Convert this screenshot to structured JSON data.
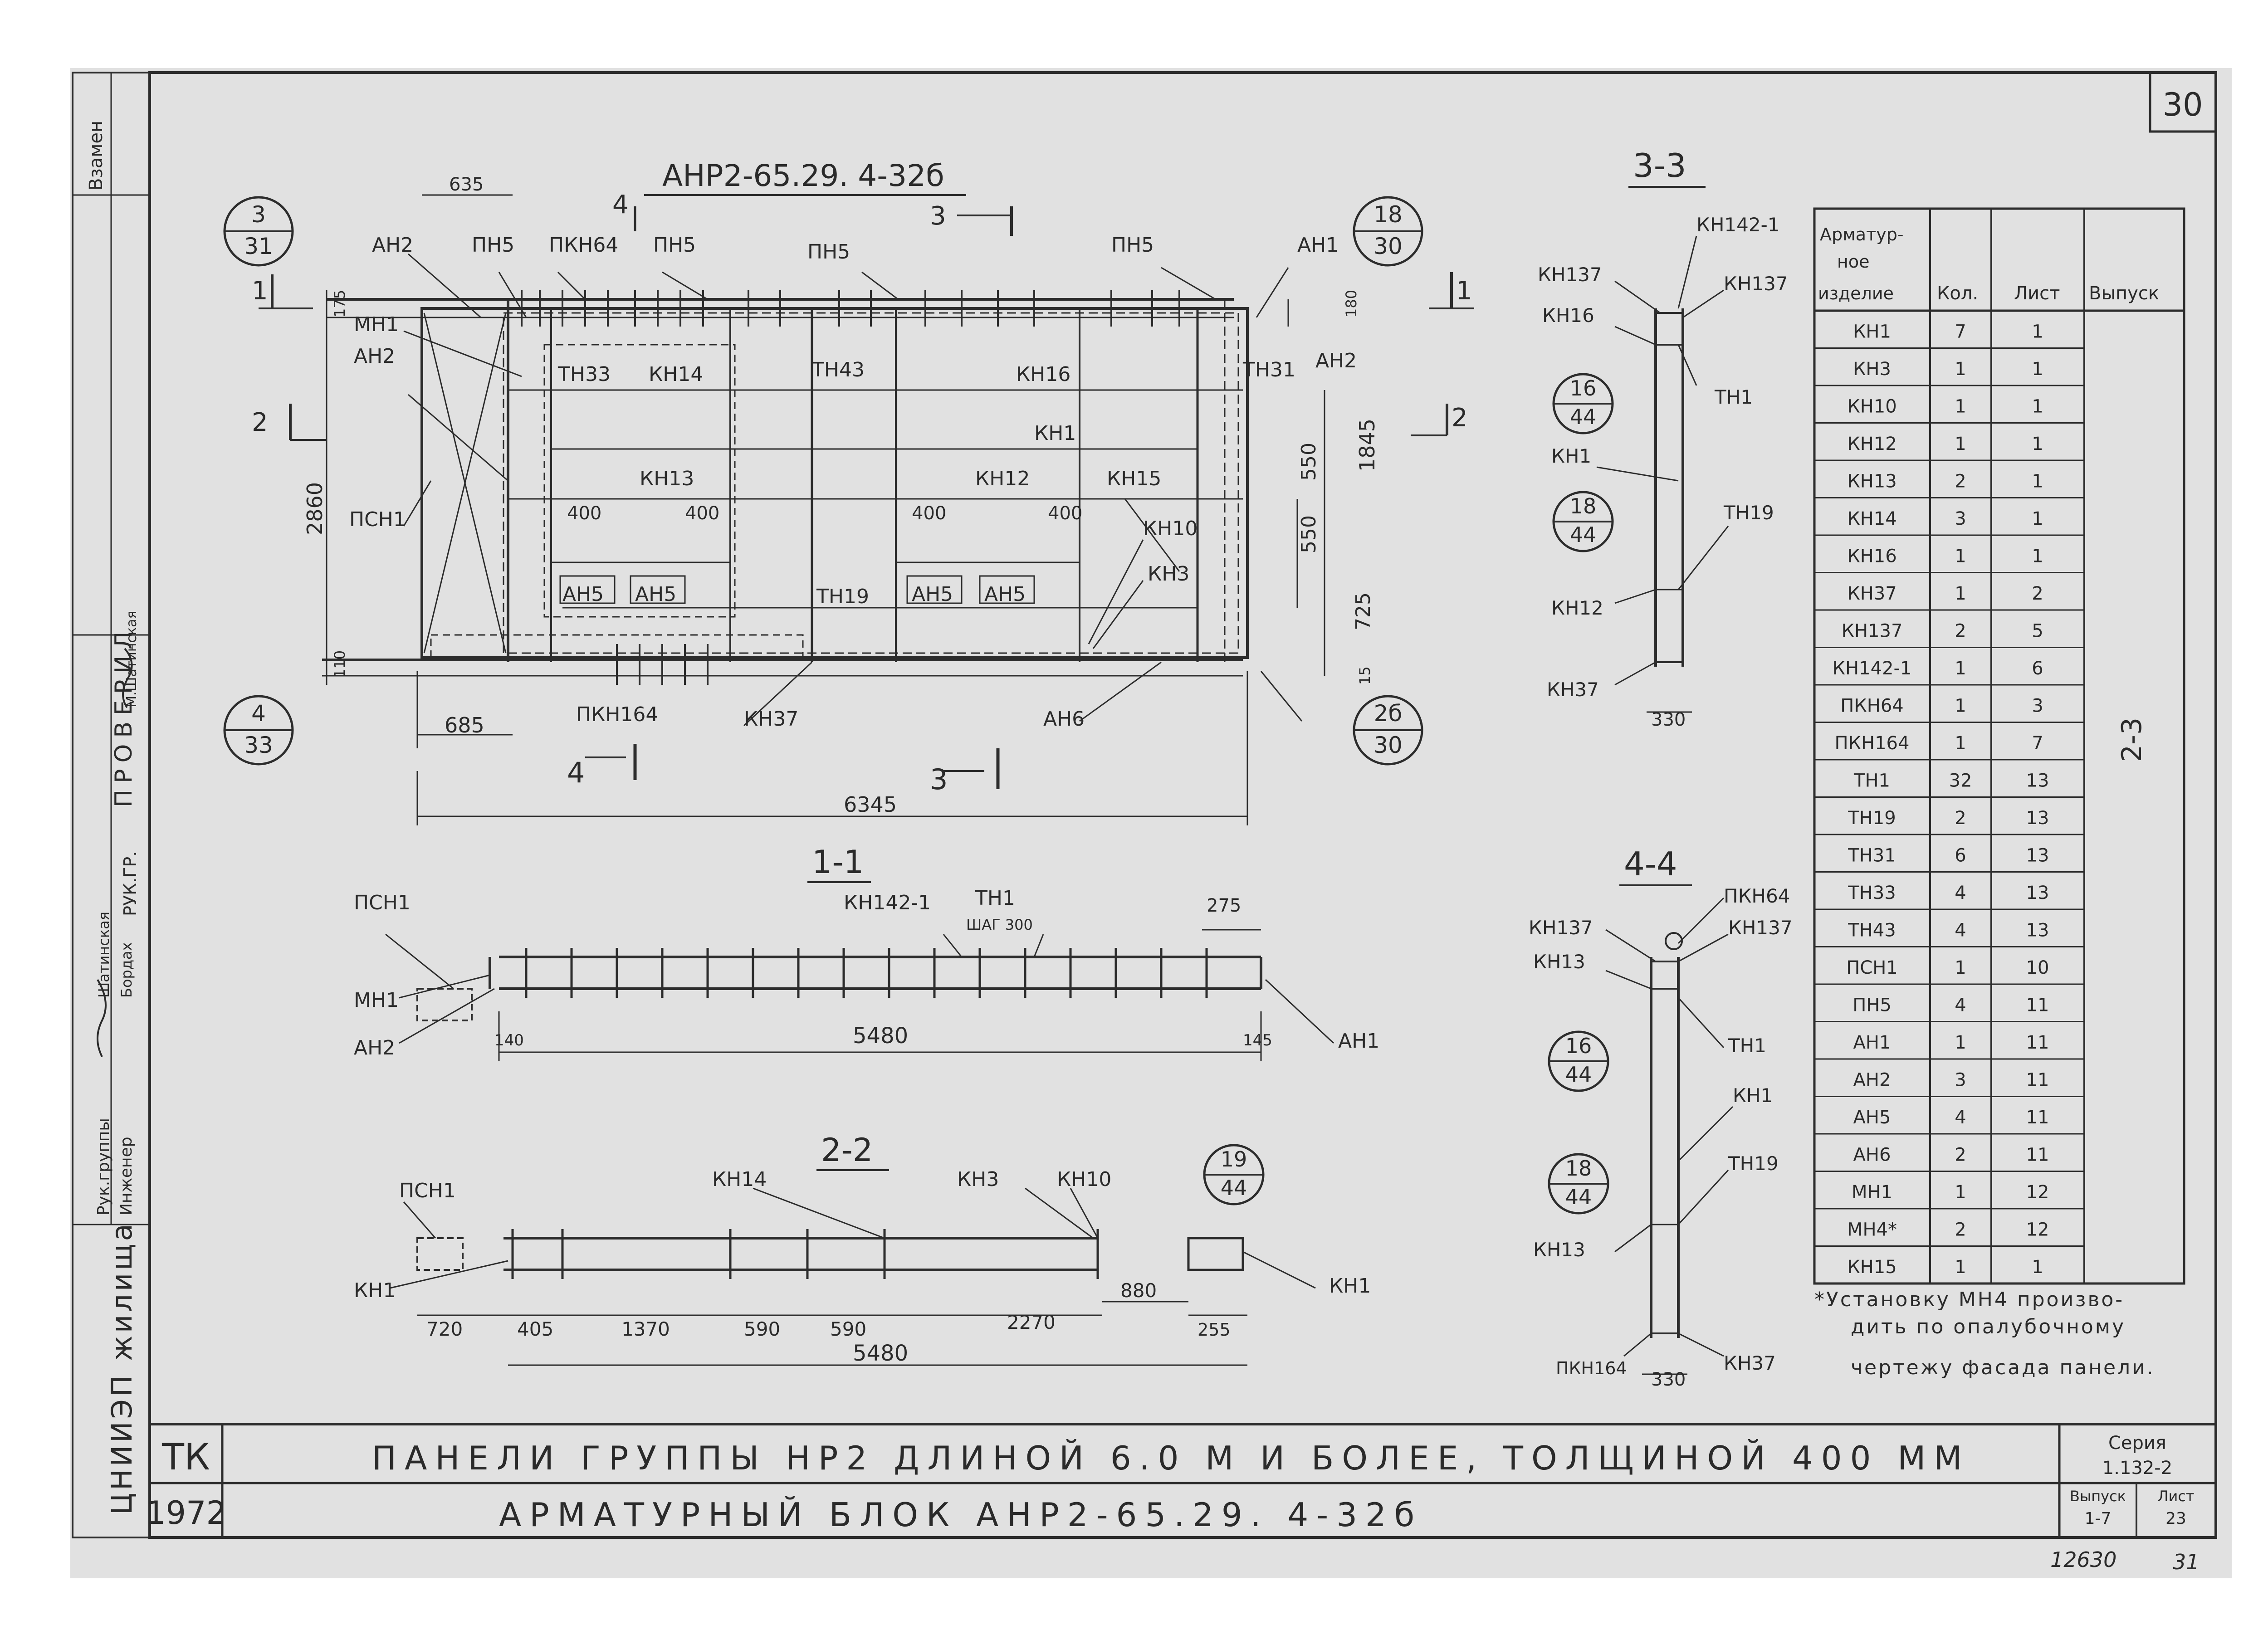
{
  "sheet_number": "30",
  "main_title": "АНР2-65.29. 4-32б",
  "title_block": {
    "tk": "ТК",
    "year": "1972",
    "org": "ЦНИИЭП жилища",
    "line1": "ПАНЕЛИ ГРУППЫ НР2 ДЛИНОЙ 6.0 М И БОЛЕЕ, ТОЛЩИНОЙ 400 ММ",
    "line2": "АРМАТУРНЫЙ БЛОК АНР2-65.29. 4-32б",
    "seria_label": "Серия",
    "seria": "1.132-2",
    "vypusk_label": "Выпуск",
    "vypusk": "1-7",
    "list_label": "Лист",
    "list": "23",
    "inv": "12630",
    "inv2": "31"
  },
  "side_stamp": {
    "vzamen": "Взамен",
    "proveril": "ПРОВЕРИЛ",
    "ruk_gr": "РУК.ГР.",
    "ruk_k_gruppy": "Рук.группы",
    "inzhener": "Инженер",
    "name1": "Шатинская",
    "name2": "Бордах",
    "name3": "М.Шатинская"
  },
  "section_titles": {
    "s11": "1-1",
    "s22": "2-2",
    "s33": "3-3",
    "s44": "4-4"
  },
  "markers": {
    "m1": [
      "3",
      "31"
    ],
    "m2": [
      "4",
      "33"
    ],
    "m3": [
      "18",
      "30"
    ],
    "m4": [
      "2б",
      "30"
    ],
    "m5": [
      "16",
      "44"
    ],
    "m6": [
      "18",
      "44"
    ],
    "m7": [
      "19",
      "44"
    ],
    "m8": [
      "16",
      "44"
    ],
    "m9": [
      "18",
      "44"
    ]
  },
  "main_labels": {
    "an2": "АН2",
    "pn5": "ПН5",
    "pkn64": "ПКН64",
    "pn5b": "ПН5",
    "pn5c": "ПН5",
    "pn5d": "ПН5",
    "an1": "АН1",
    "mn1": "МН1",
    "an2b": "АН2",
    "psn1": "ПСН1",
    "tn33": "ТН33",
    "kn14": "КН14",
    "tn43": "ТН43",
    "kn16": "КН16",
    "tn31": "ТН31",
    "an2c": "АН2",
    "kn1": "КН1",
    "kn13": "КН13",
    "kn12": "КН12",
    "kn15": "КН15",
    "kn10": "КН10",
    "kn3": "КН3",
    "an5a": "АН5",
    "an5b": "АН5",
    "tn19": "ТН19",
    "an5c": "АН5",
    "an5d": "АН5",
    "pkn164": "ПКН164",
    "kn37": "КН37",
    "an6": "АН6",
    "cut4": "4",
    "cut3": "3",
    "cut1": "1",
    "cut2": "2",
    "cut1r": "1",
    "cut2r": "2"
  },
  "dims": {
    "d635": "635",
    "d175": "175",
    "d180": "180",
    "d2860": "2860",
    "d1845": "1845",
    "d550a": "550",
    "d550b": "550",
    "d725": "725",
    "d15": "15",
    "d110": "110",
    "d400a": "400",
    "d400b": "400",
    "d400c": "400",
    "d400d": "400",
    "d685": "685",
    "d6345": "6345"
  },
  "s11_labels": {
    "psn1": "ПСН1",
    "mn1": "МН1",
    "an2": "АН2",
    "kn142": "КН142-1",
    "tn1": "ТН1",
    "step": "ШАГ 300",
    "an1": "АН1",
    "d275": "275",
    "d140": "140",
    "d5480": "5480",
    "d145": "145"
  },
  "s22_labels": {
    "psn1": "ПСН1",
    "kn14": "КН14",
    "kn3": "КН3",
    "kn10": "КН10",
    "kn1": "КН1",
    "kn1r": "КН1",
    "d720": "720",
    "d405": "405",
    "d1370": "1370",
    "d590a": "590",
    "d590b": "590",
    "d2270": "2270",
    "d880": "880",
    "d255": "255",
    "d5480": "5480"
  },
  "s33_labels": {
    "kn142": "КН142-1",
    "kn137a": "КН137",
    "kn137b": "КН137",
    "kn16": "КН16",
    "tn1": "ТН1",
    "kn1": "КН1",
    "tn19": "ТН19",
    "kn12": "КН12",
    "kn37": "КН37",
    "d330": "330"
  },
  "s44_labels": {
    "pkn64": "ПКН64",
    "kn137a": "КН137",
    "kn137b": "КН137",
    "kn13a": "КН13",
    "tn1": "ТН1",
    "kn1": "КН1",
    "tn19": "ТН19",
    "kn13b": "КН13",
    "pkn164": "ПКН164",
    "kn37": "КН37",
    "d330": "330"
  },
  "spec_table": {
    "headers": [
      "Арматур-\nное\nизделие",
      "Кол.",
      "Лист",
      "Выпуск"
    ],
    "rows": [
      [
        "КН1",
        "7",
        "1"
      ],
      [
        "КН3",
        "1",
        "1"
      ],
      [
        "КН10",
        "1",
        "1"
      ],
      [
        "КН12",
        "1",
        "1"
      ],
      [
        "КН13",
        "2",
        "1"
      ],
      [
        "КН14",
        "3",
        "1"
      ],
      [
        "КН16",
        "1",
        "1"
      ],
      [
        "КН37",
        "1",
        "2"
      ],
      [
        "КН137",
        "2",
        "5"
      ],
      [
        "КН142-1",
        "1",
        "6"
      ],
      [
        "ПКН64",
        "1",
        "3"
      ],
      [
        "ПКН164",
        "1",
        "7"
      ],
      [
        "ТН1",
        "32",
        "13"
      ],
      [
        "ТН19",
        "2",
        "13"
      ],
      [
        "ТН31",
        "6",
        "13"
      ],
      [
        "ТН33",
        "4",
        "13"
      ],
      [
        "ТН43",
        "4",
        "13"
      ],
      [
        "ПСН1",
        "1",
        "10"
      ],
      [
        "ПН5",
        "4",
        "11"
      ],
      [
        "АН1",
        "1",
        "11"
      ],
      [
        "АН2",
        "3",
        "11"
      ],
      [
        "АН5",
        "4",
        "11"
      ],
      [
        "АН6",
        "2",
        "11"
      ],
      [
        "МН1",
        "1",
        "12"
      ],
      [
        "МН4*",
        "2",
        "12"
      ],
      [
        "КН15",
        "1",
        "1"
      ]
    ],
    "vypusk_value": "2-3"
  },
  "footnote": [
    "*Установку МН4 произво-",
    "дить по опалубочному",
    "чертежу фасада панели."
  ]
}
